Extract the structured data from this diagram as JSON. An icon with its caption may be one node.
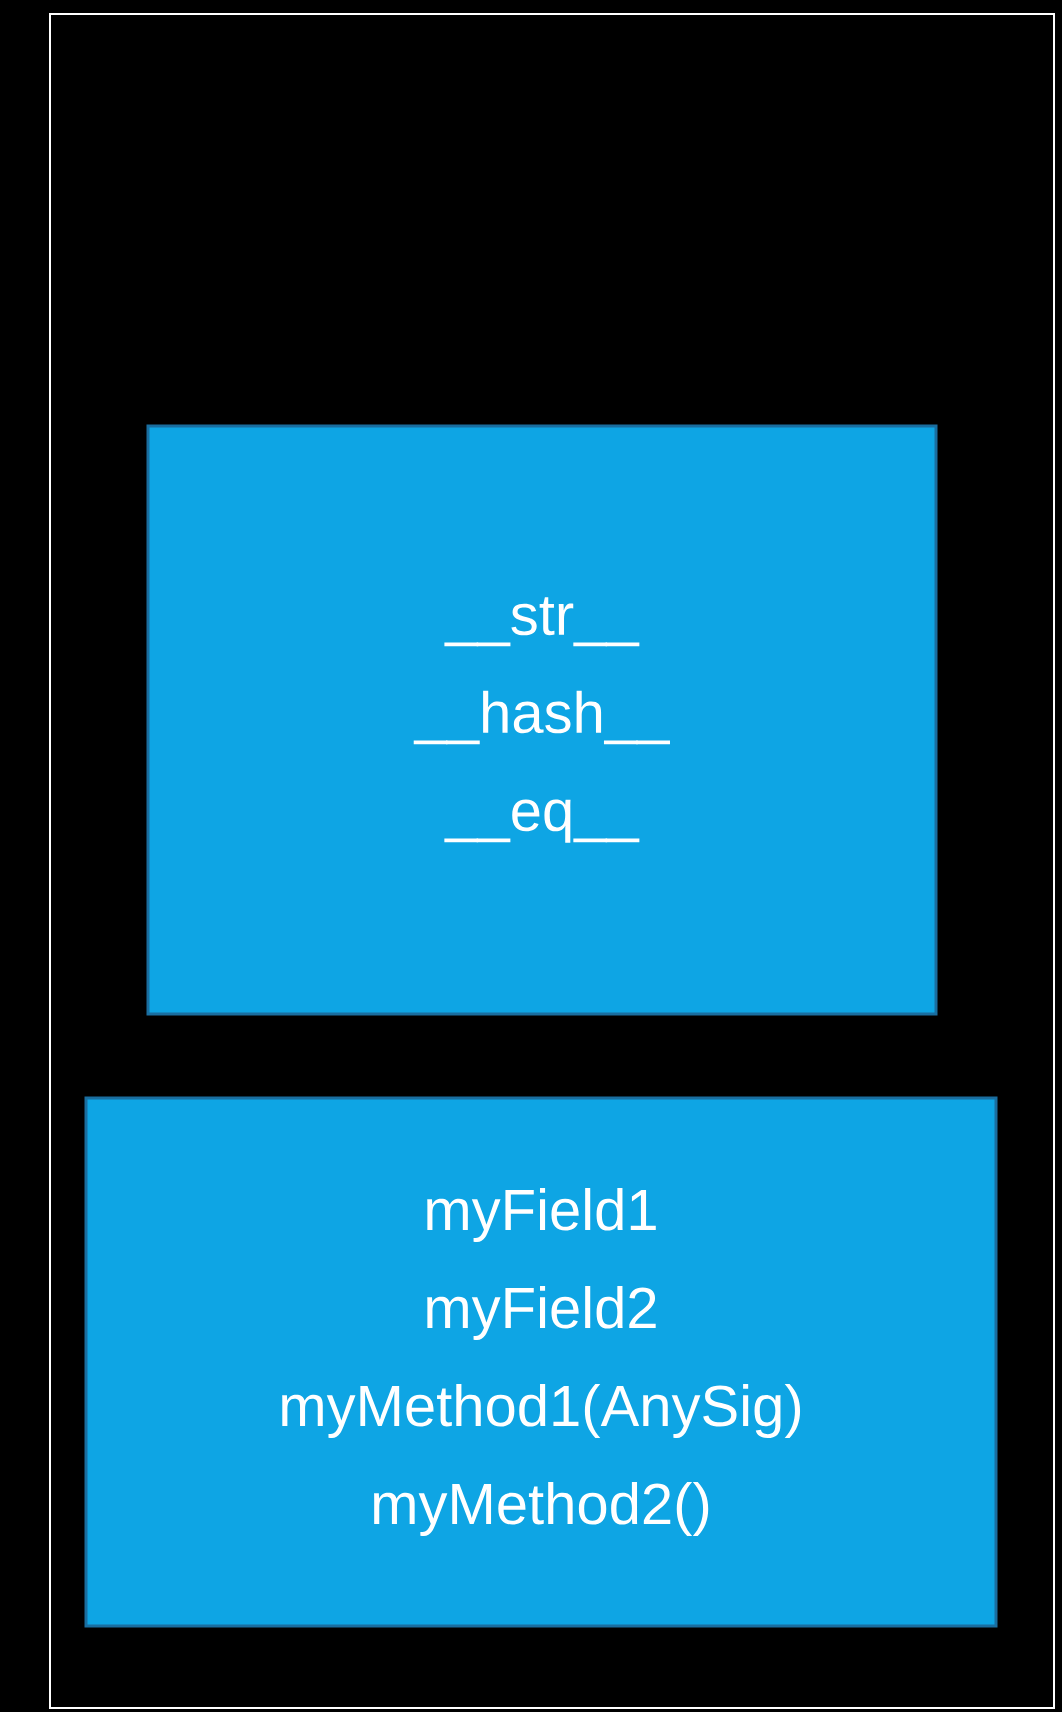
{
  "diagram": {
    "nodes": [
      {
        "text": [],
        "shape": "box"
      },
      {
        "text": [
          "__str__",
          "__hash__",
          "__eq__"
        ],
        "in": 0
      },
      {
        "text": [
          "myField1",
          "myField2",
          "myMethod1(AnySig)",
          "myMethod2()"
        ],
        "in": 0
      }
    ]
  }
}
